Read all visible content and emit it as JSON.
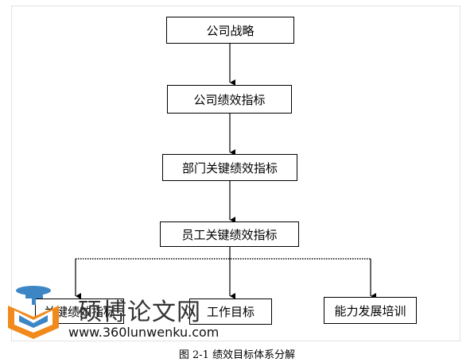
{
  "diagram": {
    "nodes": {
      "strategy": "公司战略",
      "company_kpi": "公司绩效指标",
      "dept_kpi": "部门关键绩效指标",
      "staff_kpi": "员工关键绩效指标",
      "leaf_kpi": "关键绩效指标",
      "leaf_goal": "工作目标",
      "leaf_ability": "能力发展培训"
    }
  },
  "caption": "图 2-1  绩效目标体系分解",
  "watermark": {
    "brand": "硕博论文网",
    "url": "www.360lunwenku.com"
  },
  "colors": {
    "line": "#000000",
    "logo_blue": "#3d86c6",
    "logo_orange": "#f08a1c"
  }
}
